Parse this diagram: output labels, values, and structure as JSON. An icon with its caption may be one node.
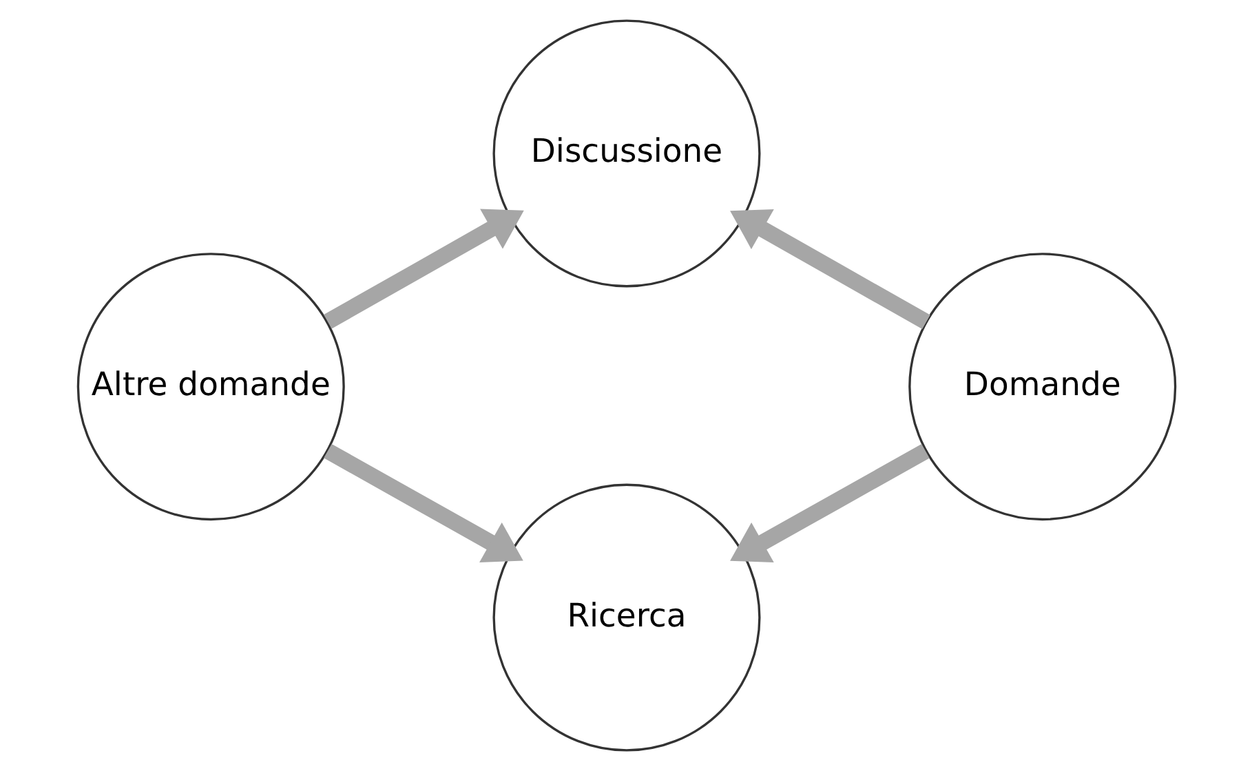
{
  "diagram": {
    "nodes": [
      {
        "text": [
          "Discussione"
        ]
      },
      {
        "text": [
          "Altre domande"
        ]
      },
      {
        "text": [
          "Domande"
        ]
      },
      {
        "text": [
          "Ricerca"
        ]
      }
    ],
    "edges": [
      {
        "from": 1,
        "to": 0,
        "arrow": "to"
      },
      {
        "from": 2,
        "to": 0,
        "arrow": "to"
      },
      {
        "from": 1,
        "to": 3,
        "arrow": "to"
      },
      {
        "from": 2,
        "to": 3,
        "arrow": "to"
      }
    ]
  }
}
